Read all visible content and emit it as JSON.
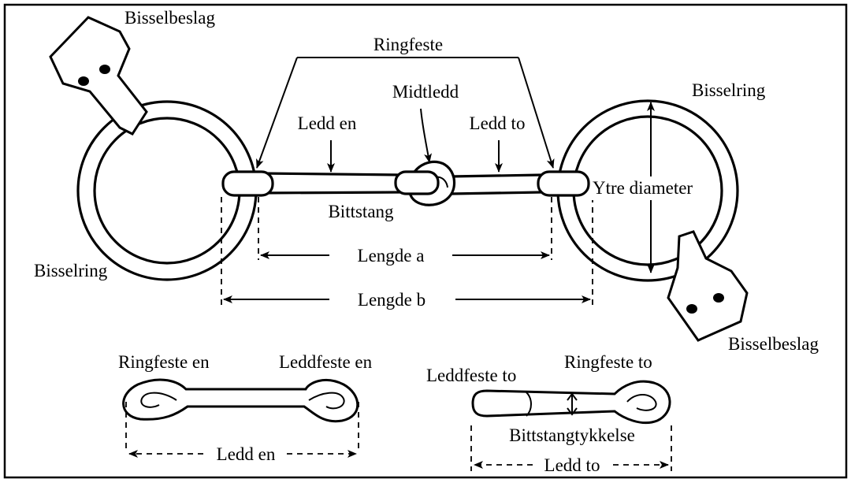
{
  "labels": {
    "ringfeste": "Ringfeste",
    "midtledd": "Midtledd",
    "ledd_en": "Ledd en",
    "ledd_to": "Ledd to",
    "bittstang": "Bittstang",
    "bisselbeslag_left": "Bisselbeslag",
    "bisselbeslag_right": "Bisselbeslag",
    "bisselring_left": "Bisselring",
    "bisselring_right": "Bisselring",
    "ytre_diameter": "Ytre diameter",
    "lengde_a": "Lengde a",
    "lengde_b": "Lengde b",
    "ringfeste_en": "Ringfeste en",
    "leddfeste_en": "Leddfeste en",
    "leddfeste_to": "Leddfeste to",
    "ringfeste_to": "Ringfeste to",
    "bittstangtykkelse": "Bittstangtykkelse",
    "ledd_en_bottom": "Ledd en",
    "ledd_to_bottom": "Ledd to"
  },
  "colors": {
    "line": "#000000",
    "background": "#ffffff",
    "frame": "#000000"
  }
}
